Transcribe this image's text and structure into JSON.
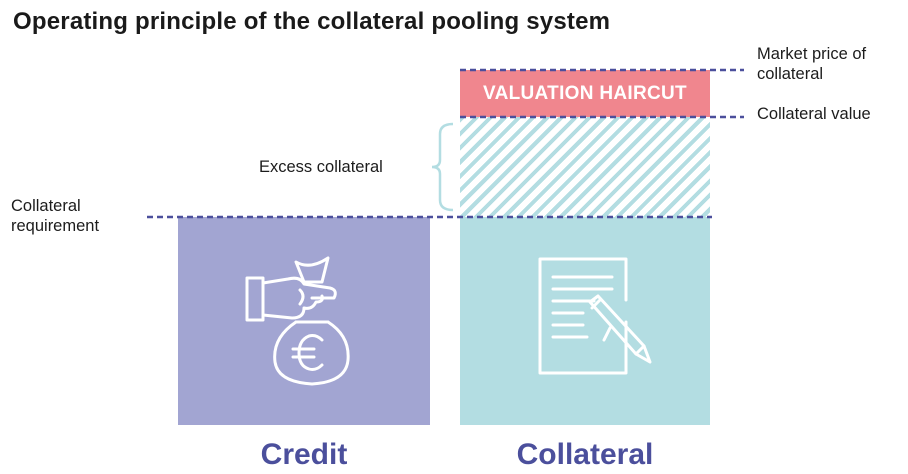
{
  "title": "Operating principle of the collateral pooling system",
  "labels": {
    "market_price": [
      "Market price of",
      "collateral"
    ],
    "collateral_value": "Collateral value",
    "excess_collateral": "Excess collateral",
    "collateral_requirement": [
      "Collateral",
      "requirement"
    ]
  },
  "boxes": {
    "valuation_haircut": "VALUATION HAIRCUT"
  },
  "captions": {
    "credit": "Credit",
    "collateral": "Collateral"
  },
  "icons": [
    "hand-money-bag-euro-icon",
    "document-pen-icon"
  ],
  "colors": {
    "credit": "#a2a5d2",
    "collateral": "#b3dde2",
    "haircut": "#f0868e",
    "caption": "#4b4f9c",
    "dashed_line": "#4b4f9c"
  }
}
